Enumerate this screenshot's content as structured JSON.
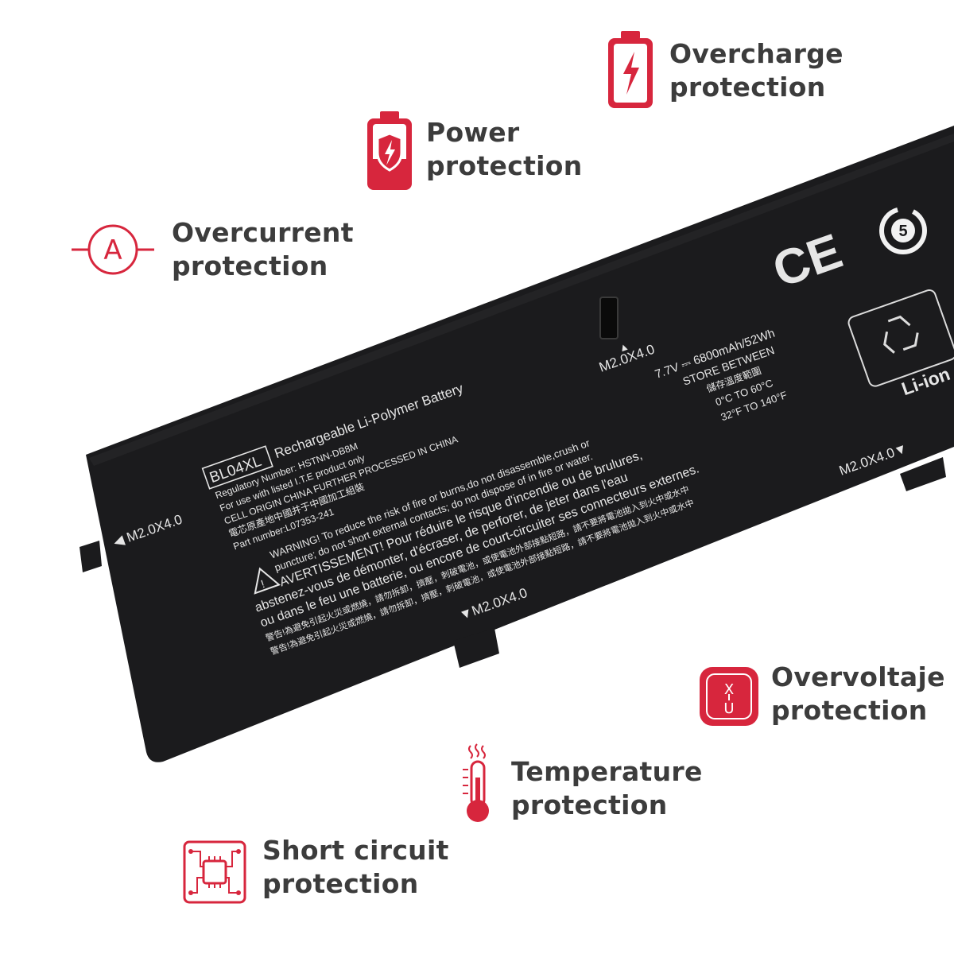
{
  "colors": {
    "accent": "#d7263d",
    "text": "#3c3c3c",
    "battery": "#1b1b1d",
    "label_text": "#e6e6e6"
  },
  "features": {
    "overcharge": {
      "line1": "Overcharge",
      "line2": "protection",
      "icon": "battery-bolt-icon"
    },
    "power": {
      "line1": "Power",
      "line2": "protection",
      "icon": "battery-shield-icon"
    },
    "overcurrent": {
      "line1": "Overcurrent",
      "line2": "protection",
      "icon": "ammeter-icon"
    },
    "overvoltage": {
      "line1": "Overvoltaje",
      "line2": "protection",
      "icon": "voltage-icon"
    },
    "temperature": {
      "line1": "Temperature",
      "line2": "protection",
      "icon": "thermometer-icon"
    },
    "short_circuit": {
      "line1": "Short circuit",
      "line2": "protection",
      "icon": "circuit-chip-icon"
    }
  },
  "battery_label": {
    "model": "BL04XL",
    "title": "Rechargeable Li-Polymer Battery",
    "regulatory": "Regulatory Number: HSTNN-DB8M",
    "use": "For use with listed I.T.E product only",
    "origin": "CELL ORIGIN CHINA FURTHER PROCESSED IN CHINA",
    "origin_cn": "電芯原產地中國并于中國加工組裝",
    "part": "Part number:L07353-241",
    "warning1": "WARNING! To reduce the risk of fire or burns,do not disassemble,crush or",
    "warning2": "puncture; do not short external contacts; do not dispose of in fire or water.",
    "avert1": "AVERTISSEMENT! Pour réduire le risque d'incendie ou de brulures,",
    "avert2": "abstenez-vous de démonter, d'écraser, de perforer, de jeter dans l'eau",
    "avert3": "ou dans le feu une batterie, ou encore de court-circuiter ses connecteurs externes.",
    "cn1": "警告!為避免引起火災或燃燒，請勿拆卸，擠壓，刺破電池，或使電池外部接點短路，請不要將電池拋入到火中或水中",
    "cn2": "警告!為避免引起火災或燃燒，請勿拆卸，擠壓，刺破電池，或使電池外部接點短路，請不要將電池拋入到火中或水中",
    "voltage": "7.7V ⎓ 6800mAh/52Wh",
    "store": "STORE BETWEEN",
    "store_cn": "儲存溫度範圍",
    "temp_c": "0°C  TO  60°C",
    "temp_f": "32°F  TO  140°F",
    "screw_left": "◀ M2.0X4.0",
    "screw_top": "▲",
    "screw_top_text": "M2.0X4.0",
    "screw_right": "M2.0X4.0▼",
    "screw_bottom": "▼M2.0X4.0",
    "ce": "CE",
    "recycle_text": "Li-ion",
    "epup_years": "5"
  }
}
